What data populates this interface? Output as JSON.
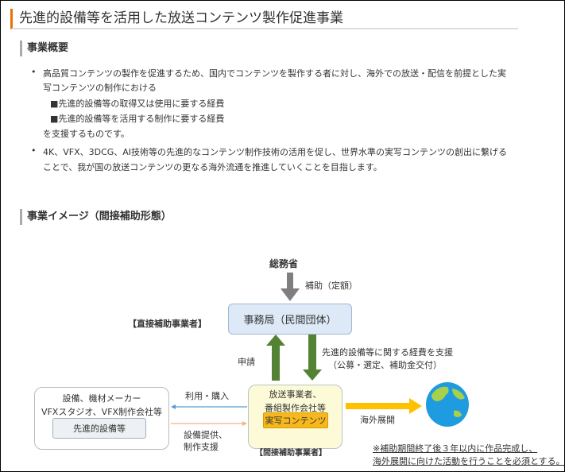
{
  "title": "先進的設備等を活用した放送コンテンツ製作促進事業",
  "overview": {
    "heading": "事業概要",
    "bullet1": {
      "line1": "高品質コンテンツの製作を促進するため、国内でコンテンツを製作する者に対し、海外での放送・配信を前提とした実",
      "line2": "写コンテンツの制作における",
      "item1": "■先進的設備等の取得又は使用に要する経費",
      "item2": "■先進的設備等を活用する制作に要する経費",
      "line3": "を支援するものです。"
    },
    "bullet2": {
      "line1": "4K、VFX、3DCG、AI技術等の先進的なコンテンツ制作技術の活用を促し、世界水準の実写コンテンツの創出に繋げる",
      "line2": "ことで、我が国の放送コンテンツの更なる海外流通を推進していくことを目指します。"
    }
  },
  "image_section": {
    "heading": "事業イメージ（間接補助形態）",
    "ministry": "総務省",
    "subsidy_label": "補助（定額）",
    "secretariat": "事務局（民間団体）",
    "direct_label": "【直接補助事業者】",
    "apply_label": "申請",
    "support_line1": "先進的設備等に関する経費を支援",
    "support_line2": "（公募・選定、補助金交付）",
    "maker_line1": "設備、機材メーカー",
    "maker_line2": "VFXスタジオ、VFX制作会社等",
    "equipment": "先進的設備等",
    "use_label": "利用・購入",
    "provide_line1": "設備提供、",
    "provide_line2": "制作支援",
    "broadcaster_line1": "放送事業者、",
    "broadcaster_line2": "番組製作会社等",
    "content": "実写コンテンツ",
    "indirect_label": "【間接補助事業者】",
    "overseas_label": "海外展開",
    "note_line1": "※補助期間終了後３年以内に作品完成し、",
    "note_line2": "海外展開に向けた活動を行うことを必須とする。"
  },
  "colors": {
    "accent": "#e8700a",
    "green": "#548235",
    "arrow_gray": "#7f7f7f",
    "orange_arrow": "#ffc000"
  }
}
